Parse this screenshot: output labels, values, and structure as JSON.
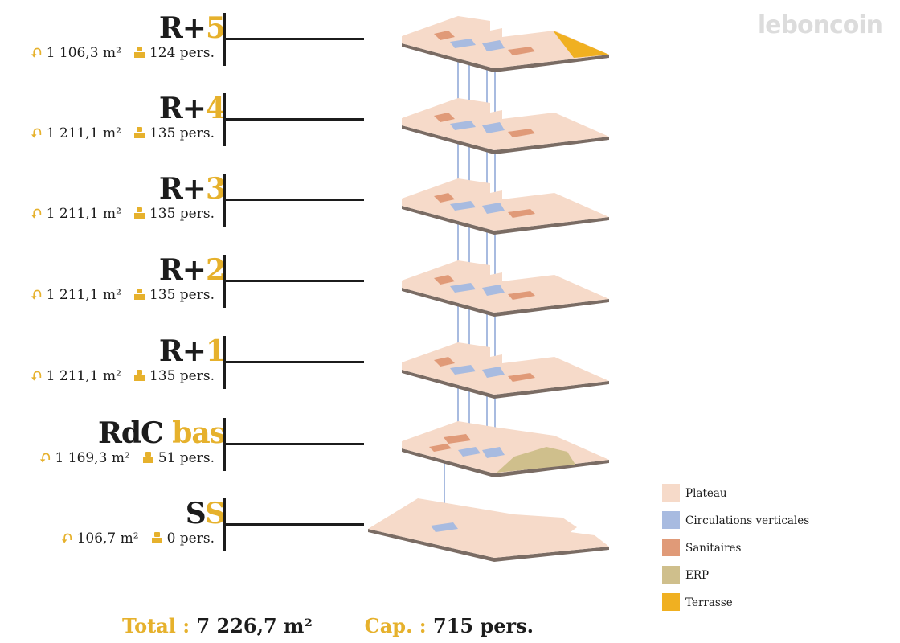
{
  "watermark": "leboncoin",
  "levels": [
    {
      "prefix": "R+",
      "accent": "5",
      "area": "1 106,3 m²",
      "occupancy": "124 pers."
    },
    {
      "prefix": "R+",
      "accent": "4",
      "area": "1 211,1 m²",
      "occupancy": "135 pers."
    },
    {
      "prefix": "R+",
      "accent": "3",
      "area": "1 211,1 m²",
      "occupancy": "135 pers."
    },
    {
      "prefix": "R+",
      "accent": "2",
      "area": "1 211,1 m²",
      "occupancy": "135 pers."
    },
    {
      "prefix": "R+",
      "accent": "1",
      "area": "1 211,1 m²",
      "occupancy": "135 pers."
    },
    {
      "prefix": "RdC ",
      "accent": "bas",
      "area": "1 169,3 m²",
      "occupancy": "51 pers."
    },
    {
      "prefix": "S",
      "accent": "S",
      "area": "106,7 m²",
      "occupancy": "0 pers."
    }
  ],
  "legend": [
    {
      "label": "Plateau",
      "color": "#f6dac9"
    },
    {
      "label": "Circulations verticales",
      "color": "#a8bbe0"
    },
    {
      "label": "Sanitaires",
      "color": "#e09a78"
    },
    {
      "label": "ERP",
      "color": "#cfbf8c"
    },
    {
      "label": "Terrasse",
      "color": "#f0b021"
    }
  ],
  "totals": {
    "total_label": "Total :",
    "total_value": "7 226,7 m²",
    "cap_label": "Cap. :",
    "cap_value": "715 pers."
  },
  "colors": {
    "accent": "#e6b12c",
    "slab_edge": "#7a6c64",
    "text": "#1c1c1c"
  }
}
